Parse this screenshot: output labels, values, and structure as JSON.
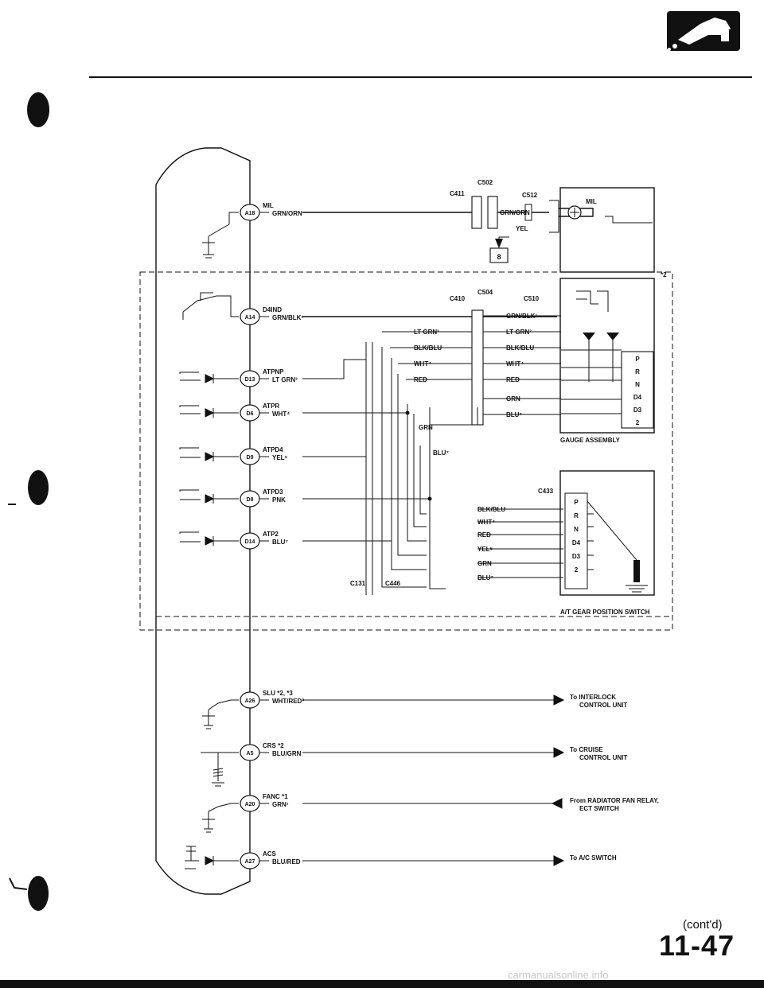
{
  "page": {
    "number": "11-47",
    "continued": "(cont'd)",
    "watermark": "carmanualsonline.info"
  },
  "colors": {
    "ink": "#111111",
    "paper": "#ffffff",
    "watermark": "#c8c8c8"
  },
  "icon": "fuel-nozzle-icon",
  "ecm_terminals": [
    {
      "pin": "A18",
      "signal": "MIL",
      "wire": "GRN/ORN"
    },
    {
      "pin": "A14",
      "signal": "D4IND",
      "wire": "GRN/BLK¹"
    },
    {
      "pin": "D13",
      "signal": "ATPNP",
      "wire": "LT GRN³"
    },
    {
      "pin": "D6",
      "signal": "ATPR",
      "wire": "WHT⁴"
    },
    {
      "pin": "D9",
      "signal": "ATPD4",
      "wire": "YEL⁵"
    },
    {
      "pin": "D8",
      "signal": "ATPD3",
      "wire": "PNK"
    },
    {
      "pin": "D14",
      "signal": "ATP2",
      "wire": "BLU⁷"
    },
    {
      "pin": "A26",
      "signal": "SLU",
      "note": "*2, *3",
      "wire": "WHT/RED²",
      "dest": "To INTERLOCK",
      "dest2": "CONTROL UNIT"
    },
    {
      "pin": "A5",
      "signal": "CRS",
      "note": "*2",
      "wire": "BLU/GRN",
      "dest": "To CRUISE",
      "dest2": "CONTROL UNIT"
    },
    {
      "pin": "A20",
      "signal": "FANC",
      "note": "*1",
      "wire": "GRN¹",
      "dest": "From RADIATOR FAN RELAY,",
      "dest2": "ECT SWITCH"
    },
    {
      "pin": "A27",
      "signal": "ACS",
      "wire": "BLU/RED",
      "dest": "To A/C SWITCH",
      "dest2": ""
    }
  ],
  "connectors": {
    "c411": "C411",
    "c502": "C502",
    "c512": "C512",
    "c410": "C410",
    "c504": "C504",
    "c510": "C510",
    "c433": "C433",
    "c131": "C131",
    "c446": "C446"
  },
  "mil_section": {
    "label": "MIL",
    "yel": "YEL",
    "fuse": "8",
    "wire": "GRN/ORN"
  },
  "gauge_wires": [
    "GRN/BLK¹",
    "LT GRN³",
    "BLK/BLU",
    "WHT⁴",
    "RED",
    "GRN",
    "BLU⁷"
  ],
  "mid_wires": [
    "LT GRN³",
    "BLK/BLU",
    "WHT⁴",
    "RED"
  ],
  "gauge_positions": [
    "P",
    "R",
    "N",
    "D4",
    "D3",
    "2"
  ],
  "gauge_note": "*2",
  "gauge_assembly": "GAUGE ASSEMBLY",
  "switch_wires": [
    "BLK/BLU",
    "WHT⁴",
    "RED",
    "YEL⁵",
    "GRN",
    "BLU⁷"
  ],
  "switch_positions": [
    "P",
    "R",
    "N",
    "D4",
    "D3",
    "2"
  ],
  "switch_label": "A/T GEAR POSITION SWITCH",
  "grn_vertical": "GRN",
  "blu_vertical": "BLU⁷"
}
